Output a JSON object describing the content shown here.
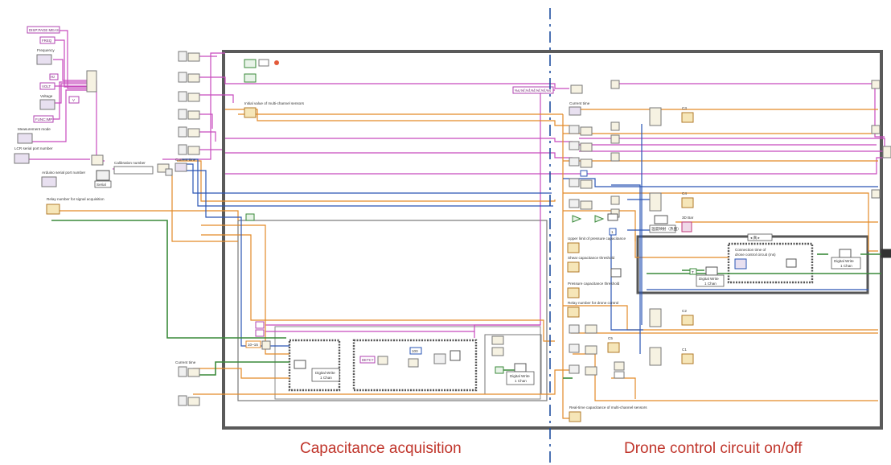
{
  "controls": {
    "disp_page": "DISP:PAGE MEAS",
    "freq": "FREQ",
    "frequency": "Frequency",
    "v_hz": "Hz",
    "volt": "VOLT",
    "voltage": "Voltage",
    "v_unit": "V",
    "func": "FUNC:IMP",
    "measurement_mode": "Measurement mode",
    "lcr_port": "LCR serial port number",
    "arduino_port": "Arduino serial port number",
    "serial": "Serial",
    "calibration": "Calibration number",
    "current_time_left": "Current time",
    "relay_signal": "Relay number for signal acquisition",
    "current_time_left2": "Current time",
    "digital_write_left": [
      "Digital Write",
      "1 Chan"
    ],
    "digital_write_mid": [
      "Digital Write",
      "1 Chan"
    ],
    "detect": "DETC?",
    "val_100": "100",
    "range_10_15": "10~15",
    "initial_value": "Initial value of multi-channel sensors",
    "format_string": "%s,%f,%f,%f,%f,%f,%s",
    "current_time_right": "Current time",
    "c3": "C3",
    "c4": "C4",
    "c2": "C2",
    "c1": "C1",
    "c5": "C5",
    "bar_3d": "3D Bar",
    "upper_limit": "Upper limit of pressure capacitance",
    "shear_threshold": "Shear capacitance threshold",
    "pressure_threshold": "Pressure capacitance threshold",
    "relay_drone": "Relay number for drone control",
    "connection_time": [
      "Connection time of",
      "drone control circuit (ms)"
    ],
    "digital_write_right1": [
      "Digital Write",
      "1 Chan"
    ],
    "digital_write_right2": [
      "Digital Write",
      "1 Chan"
    ],
    "realtime": "Real-time capacitance of multi-channel sensors",
    "true_label": "T",
    "one_label": "1",
    "dash_const": "-1",
    "loop_selector": "◂ 真 ▸",
    "combo_text": "温度映射（热图）"
  },
  "captions": {
    "left": "Capacitance acquisition",
    "right": "Drone control circuit on/off"
  },
  "colors": {
    "pink_wire": "#c84bbd",
    "orange_wire": "#e38a28",
    "blue_wire": "#2a55b5",
    "green_wire": "#3a8a3a",
    "frame": "#555555",
    "divider": "#1f4fa0",
    "caption": "#c0352b"
  }
}
